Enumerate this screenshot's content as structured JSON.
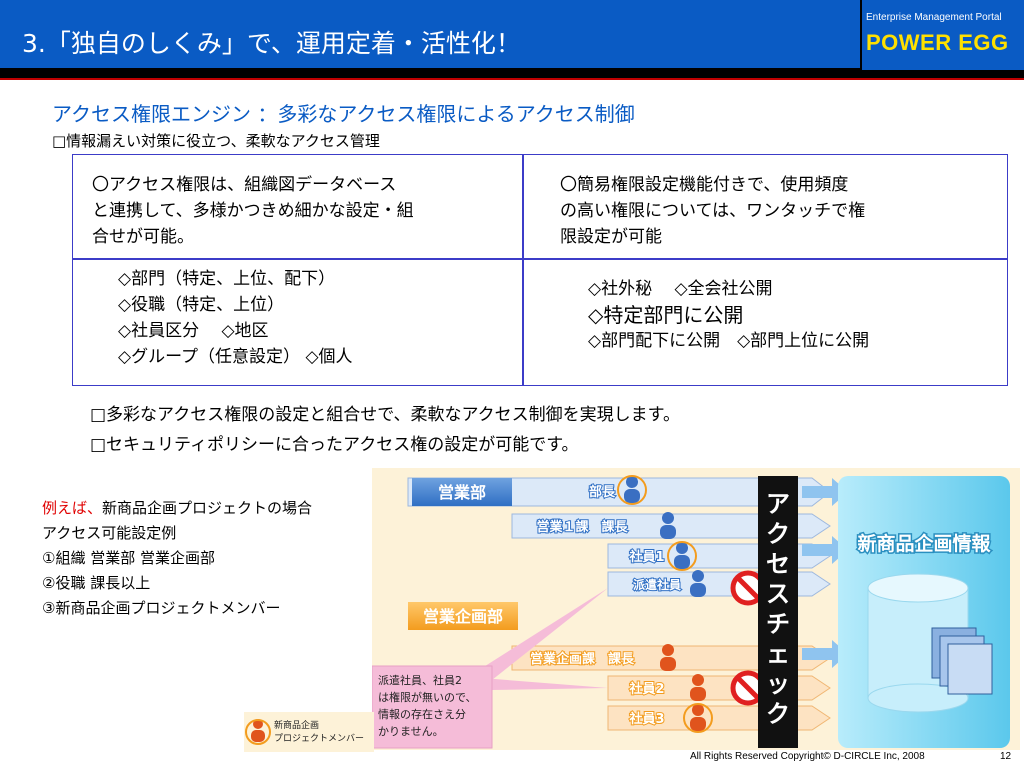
{
  "header": {
    "title": "3.「独自のしくみ」で、運用定着・活性化！",
    "brand_sub": "Enterprise Management Portal",
    "brand_main": "POWER EGG"
  },
  "section": {
    "title": "アクセス権限エンジン ：多彩なアクセス権限によるアクセス制御",
    "subtitle": "□情報漏えい対策に役立つ、柔軟なアクセス管理"
  },
  "table": {
    "top_left": [
      "〇アクセス権限は、組織図データベース",
      "と連携して、多様かつきめ細かな設定・組",
      "合せが可能。"
    ],
    "top_right": [
      "〇簡易権限設定機能付きで、使用頻度",
      "の高い権限については、ワンタッチで権",
      "限設定が可能"
    ],
    "bottom_left": [
      "◇部門（特定、上位、配下）",
      "◇役職（特定、上位）",
      "◇社員区分　 ◇地区",
      "◇グループ（任意設定） ◇個人"
    ],
    "bottom_right": [
      "◇社外秘　 ◇全会社公開",
      "◇特定部門に公開",
      "◇部門配下に公開　◇部門上位に公開"
    ]
  },
  "bullets": [
    "□多彩なアクセス権限の設定と組合せで、柔軟なアクセス制御を実現します。",
    "□セキュリティポリシーに合ったアクセス権の設定が可能です。"
  ],
  "example": {
    "lead_red": "例えば、",
    "lead_rest": "新商品企画プロジェクトの場合",
    "lines": [
      "アクセス可能設定例",
      "①組織  営業部  営業企画部",
      "②役職  課長以上",
      "③新商品企画プロジェクトメンバー"
    ]
  },
  "diagram": {
    "dept1": "営業部",
    "dept1_head": "部長",
    "div1": "営業１課　課長",
    "emp1": "社員1",
    "temp1": "派遣社員",
    "dept2": "営業企画部",
    "div2": "営業企画課　課長",
    "emp2": "社員2",
    "emp3": "社員3",
    "check": "アクセスチェック",
    "info": "新商品企画情報",
    "callout": [
      "派遣社員、社員2",
      "は権限が無いので、",
      "情報の存在さえ分",
      "かりません。"
    ],
    "legend": [
      "新商品企画",
      "プロジェクトメンバー"
    ],
    "colors": {
      "blue": "#2f6fc4",
      "orange": "#f39c1e",
      "cyan": "#5bc8ec",
      "pink": "#f5bcd8",
      "red": "#e02020"
    }
  },
  "footer": {
    "copyright": "All Rights Reserved Copyright© D-CIRCLE  Inc, 2008",
    "page": "12"
  }
}
